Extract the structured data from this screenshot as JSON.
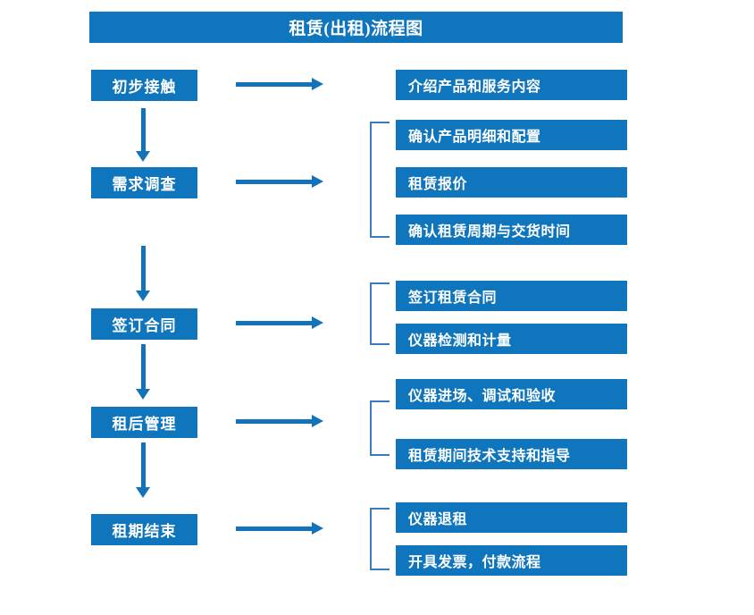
{
  "header": {
    "title": "租赁(出租)流程图"
  },
  "theme": {
    "box_fill": "#0F75BD",
    "box_text": "#FFFFFF",
    "arrow_color": "#1272BA",
    "bracket_color": "#3C7CB8",
    "page_background": "#FFFFFF"
  },
  "flow": {
    "stages": [
      {
        "id": "stage-1",
        "label": "初步接触",
        "details": [
          "介绍产品和服务内容"
        ],
        "has_bracket": false
      },
      {
        "id": "stage-2",
        "label": "需求调查",
        "details": [
          "确认产品明细和配置",
          "租赁报价",
          "确认租赁周期与交货时间"
        ],
        "has_bracket": true
      },
      {
        "id": "stage-3",
        "label": "签订合同",
        "details": [
          "签订租赁合同",
          "仪器检测和计量"
        ],
        "has_bracket": true
      },
      {
        "id": "stage-4",
        "label": "租后管理",
        "details": [
          "仪器进场、调试和验收",
          "租赁期间技术支持和指导"
        ],
        "has_bracket": true
      },
      {
        "id": "stage-5",
        "label": "租期结束",
        "details": [
          "仪器退租",
          "开具发票，付款流程"
        ],
        "has_bracket": true
      }
    ],
    "connector_count_vertical": 4,
    "connector_count_horizontal": 5
  }
}
